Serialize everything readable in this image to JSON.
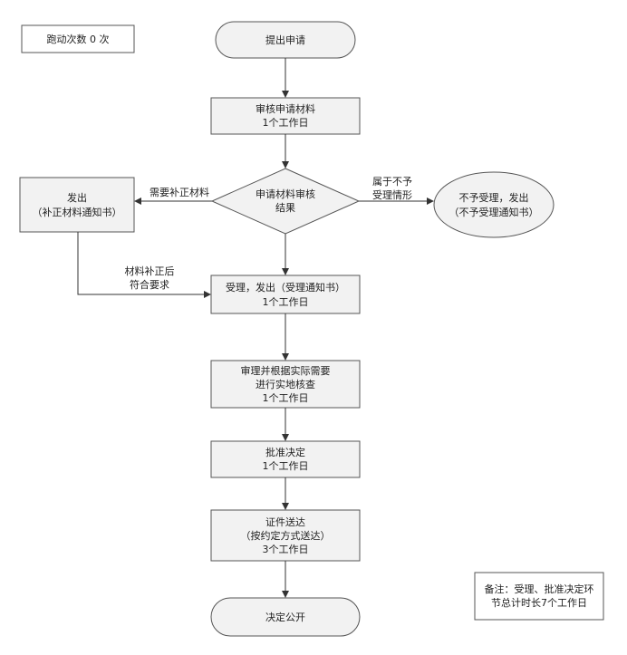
{
  "run_count": "跑动次数 0 次",
  "nodes": {
    "start": "提出申请",
    "review_materials": {
      "line1": "审核申请材料",
      "line2": "1个工作日"
    },
    "decision": {
      "line1": "申请材料审核",
      "line2": "结果"
    },
    "issue_correction": {
      "line1": "发出",
      "line2": "（补正材料通知书）"
    },
    "not_accept": {
      "line1": "不予受理，发出",
      "line2": "（不予受理通知书）"
    },
    "accept": {
      "line1": "受理，发出（受理通知书）",
      "line2": "1个工作日"
    },
    "onsite_check": {
      "line1": "审理并根据实际需要",
      "line2": "进行实地核查",
      "line3": "1个工作日"
    },
    "approve": {
      "line1": "批准决定",
      "line2": "1个工作日"
    },
    "deliver": {
      "line1": "证件送达",
      "line2": "（按约定方式送达）",
      "line3": "3个工作日"
    },
    "end": "决定公开"
  },
  "edge_labels": {
    "needs_correction": "需要补正材料",
    "not_acceptable": {
      "line1": "属于不予",
      "line2": "受理情形"
    },
    "corrected": {
      "line1": "材料补正后",
      "line2": "符合要求"
    }
  },
  "note": {
    "line1": "备注：受理、批准决定环",
    "line2": "节总计时长7个工作日"
  }
}
